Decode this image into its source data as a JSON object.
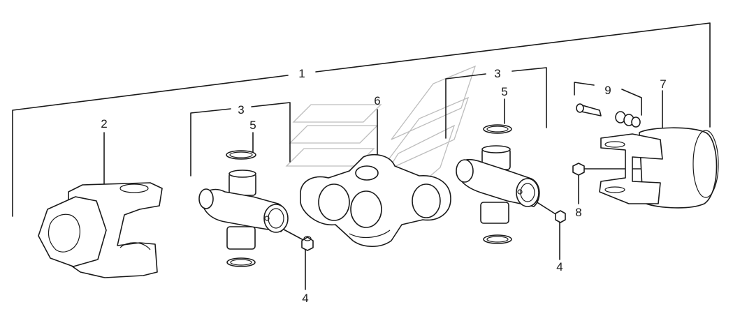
{
  "diagram": {
    "callouts": {
      "assembly": "1",
      "yoke_left": "2",
      "spider_left": "3",
      "spider_right": "3",
      "grease_fitting_left": "4",
      "grease_fitting_right": "4",
      "snap_ring_left": "5",
      "snap_ring_right": "5",
      "center_housing": "6",
      "yoke_right": "7",
      "grease_nipple": "8",
      "bolt_set": "9"
    }
  }
}
